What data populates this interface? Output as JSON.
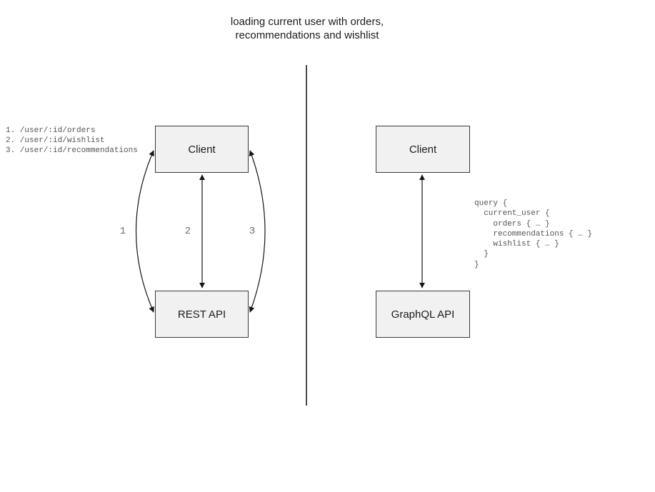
{
  "title": "loading current user with orders,\nrecommendations and wishlist",
  "colors": {
    "box_fill": "#f1f1f1",
    "box_border": "#3a3a3a",
    "arrow": "#151515",
    "muted_text": "#555555",
    "divider": "#4a4a4a"
  },
  "left_panel": {
    "endpoints": [
      "1. /user/:id/orders",
      "2. /user/:id/wishlist",
      "3. /user/:id/recommendations"
    ],
    "client_label": "Client",
    "api_label": "REST API",
    "arrow_labels": [
      "1",
      "2",
      "3"
    ]
  },
  "right_panel": {
    "client_label": "Client",
    "api_label": "GraphQL API",
    "query": "query {\n  current_user {\n    orders { … }\n    recommendations { … }\n    wishlist { … }\n  }\n}"
  }
}
